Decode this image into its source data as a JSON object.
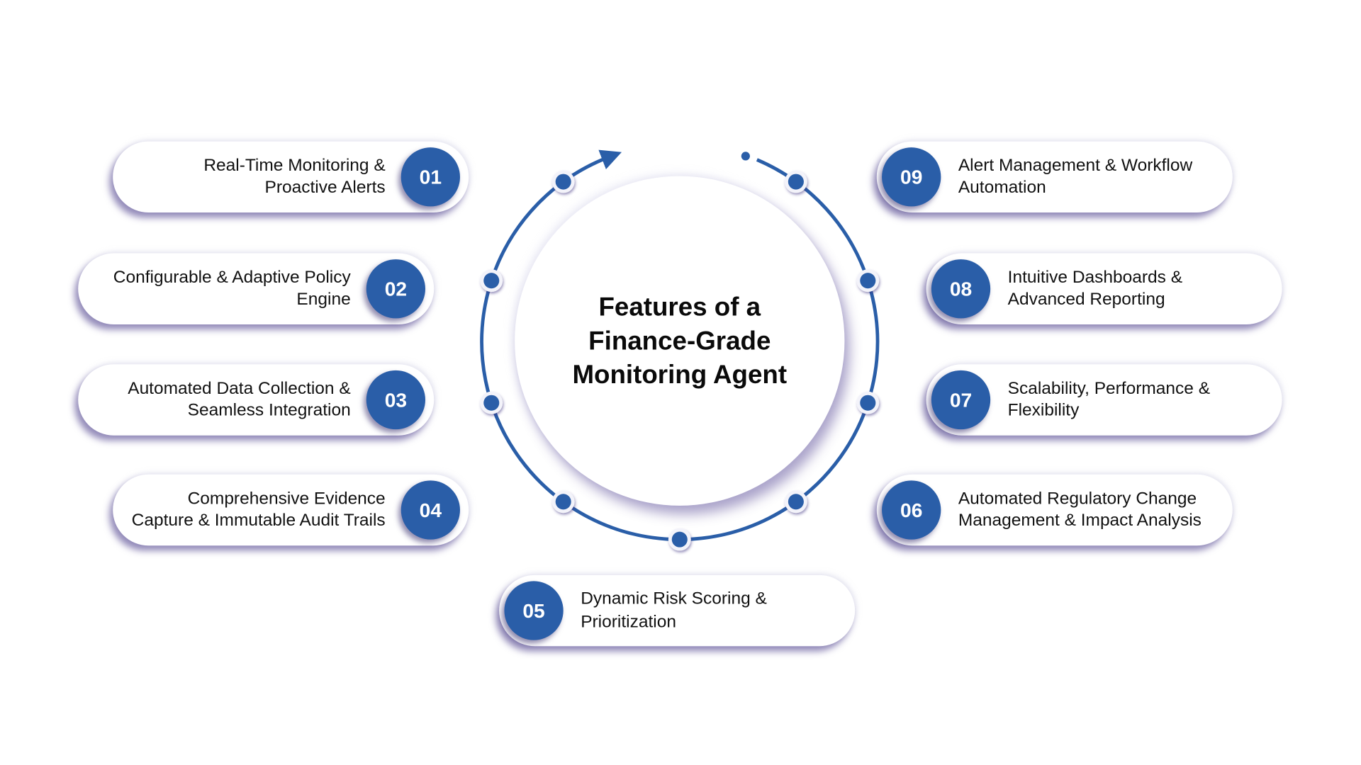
{
  "title": "Features of a Finance-Grade Monitoring Agent",
  "title_lines": [
    "Features of a",
    "Finance-Grade",
    "Monitoring Agent"
  ],
  "accent_color": "#2a5ea8",
  "features": [
    {
      "number": "01",
      "lines": [
        "Real-Time Monitoring &",
        "Proactive Alerts"
      ]
    },
    {
      "number": "02",
      "lines": [
        "Configurable & Adaptive Policy",
        "Engine"
      ]
    },
    {
      "number": "03",
      "lines": [
        "Automated Data Collection &",
        "Seamless Integration"
      ]
    },
    {
      "number": "04",
      "lines": [
        "Comprehensive Evidence",
        "Capture & Immutable Audit Trails"
      ]
    },
    {
      "number": "05",
      "lines": [
        "Dynamic Risk Scoring &",
        "Prioritization"
      ]
    },
    {
      "number": "06",
      "lines": [
        "Automated Regulatory Change",
        "Management & Impact Analysis"
      ]
    },
    {
      "number": "07",
      "lines": [
        "Scalability, Performance &",
        "Flexibility"
      ]
    },
    {
      "number": "08",
      "lines": [
        "Intuitive Dashboards &",
        "Advanced Reporting"
      ]
    },
    {
      "number": "09",
      "lines": [
        "Alert Management & Workflow",
        "Automation"
      ]
    }
  ]
}
